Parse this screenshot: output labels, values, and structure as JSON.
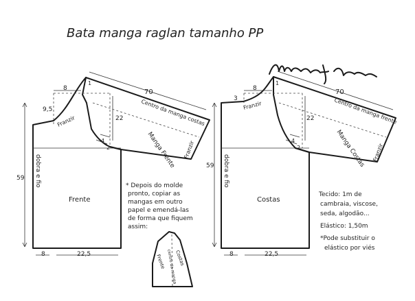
{
  "title": "Bata manga raglan tamanho PP",
  "signature_text": "Marlene Mukai",
  "front": {
    "piece_label": "Frente",
    "sleeve_label": "Manga Frente",
    "sleeve_center_label": "Centro da manga costas",
    "sleeve_grain": "Franzir",
    "armhole_grain": "Franzir",
    "fold_label": "dobra e fio",
    "dim_top_width": "8",
    "dim_sleeve_length": "70",
    "dim_neck_drop": "9,5",
    "dim_sleeve_side": "22",
    "dim_small_a": "4",
    "dim_small_b": "2",
    "dim_height": "59",
    "dim_bottom_left": "8",
    "dim_bottom_right": "22,5",
    "corner_mark": "1"
  },
  "back": {
    "piece_label": "Costas",
    "sleeve_label": "Manga Costas",
    "sleeve_center_label": "Centro da manga frente",
    "sleeve_grain": "Franzir",
    "armhole_grain": "Franzir",
    "fold_label": "dobra e fio",
    "dim_top_width": "8",
    "dim_sleeve_length": "70",
    "dim_neck_drop": "3",
    "dim_sleeve_side": "22",
    "dim_small_a": "4",
    "dim_small_b": "2",
    "dim_height": "59",
    "dim_bottom_left": "8",
    "dim_bottom_right": "22,5",
    "corner_mark": "1"
  },
  "note": {
    "lines": [
      "* Depois do molde",
      "pronto, copiar as",
      "mangas em outro",
      "papel e emendá-las",
      "de forma que fiquem",
      "assim:"
    ],
    "mini_front": "Frente",
    "mini_back": "Costas",
    "mini_center": "centro da manga"
  },
  "materials": {
    "lines": [
      "Tecido: 1m de",
      "cambraia, viscose,",
      "seda, algodão...",
      "Elástico: 1,50m",
      "*Pode substituir o",
      "elástico por viés"
    ]
  }
}
